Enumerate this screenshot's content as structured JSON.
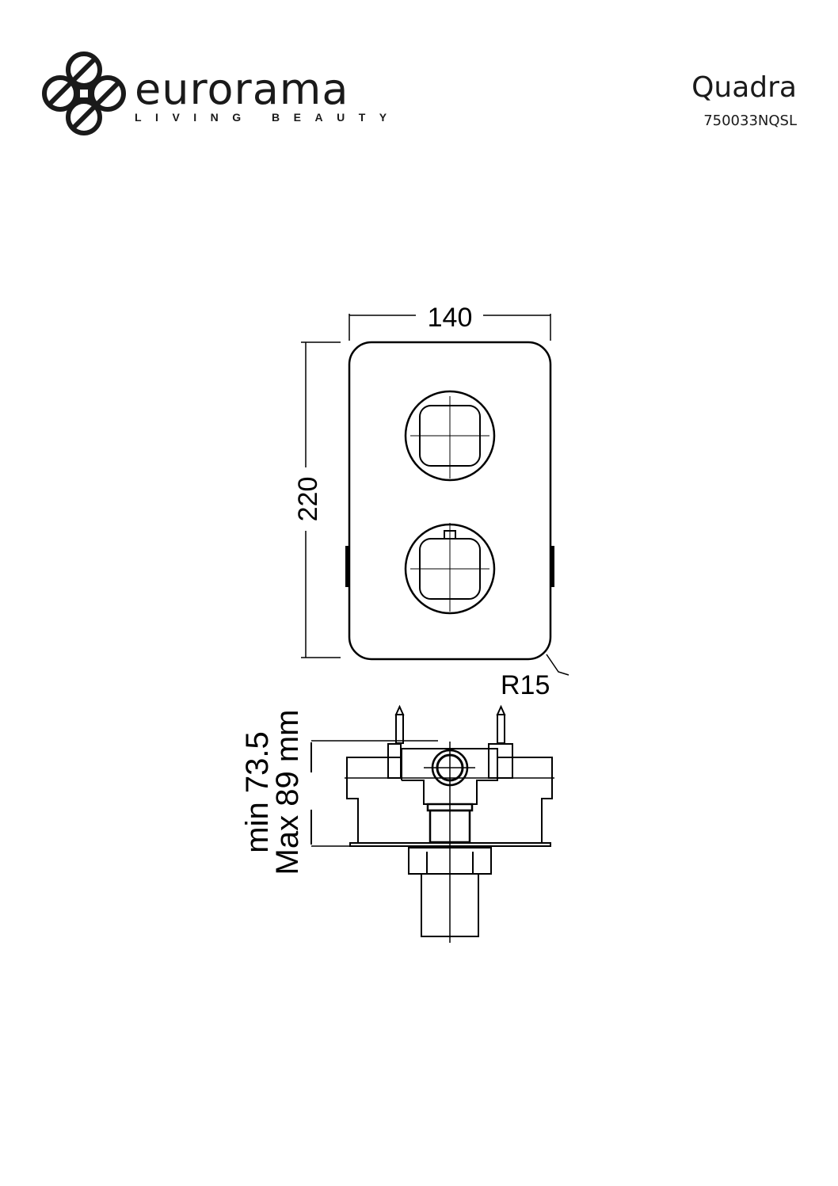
{
  "brand": {
    "name": "eurorama",
    "tagline": "LIVING BEAUTY"
  },
  "product": {
    "name": "Quadra",
    "code": "750033NQSL"
  },
  "front_view": {
    "width_label": "140",
    "height_label": "220",
    "radius_label": "R15"
  },
  "side_view": {
    "depth_min_label": "min 73.5",
    "depth_max_label": "Max 89 mm"
  }
}
